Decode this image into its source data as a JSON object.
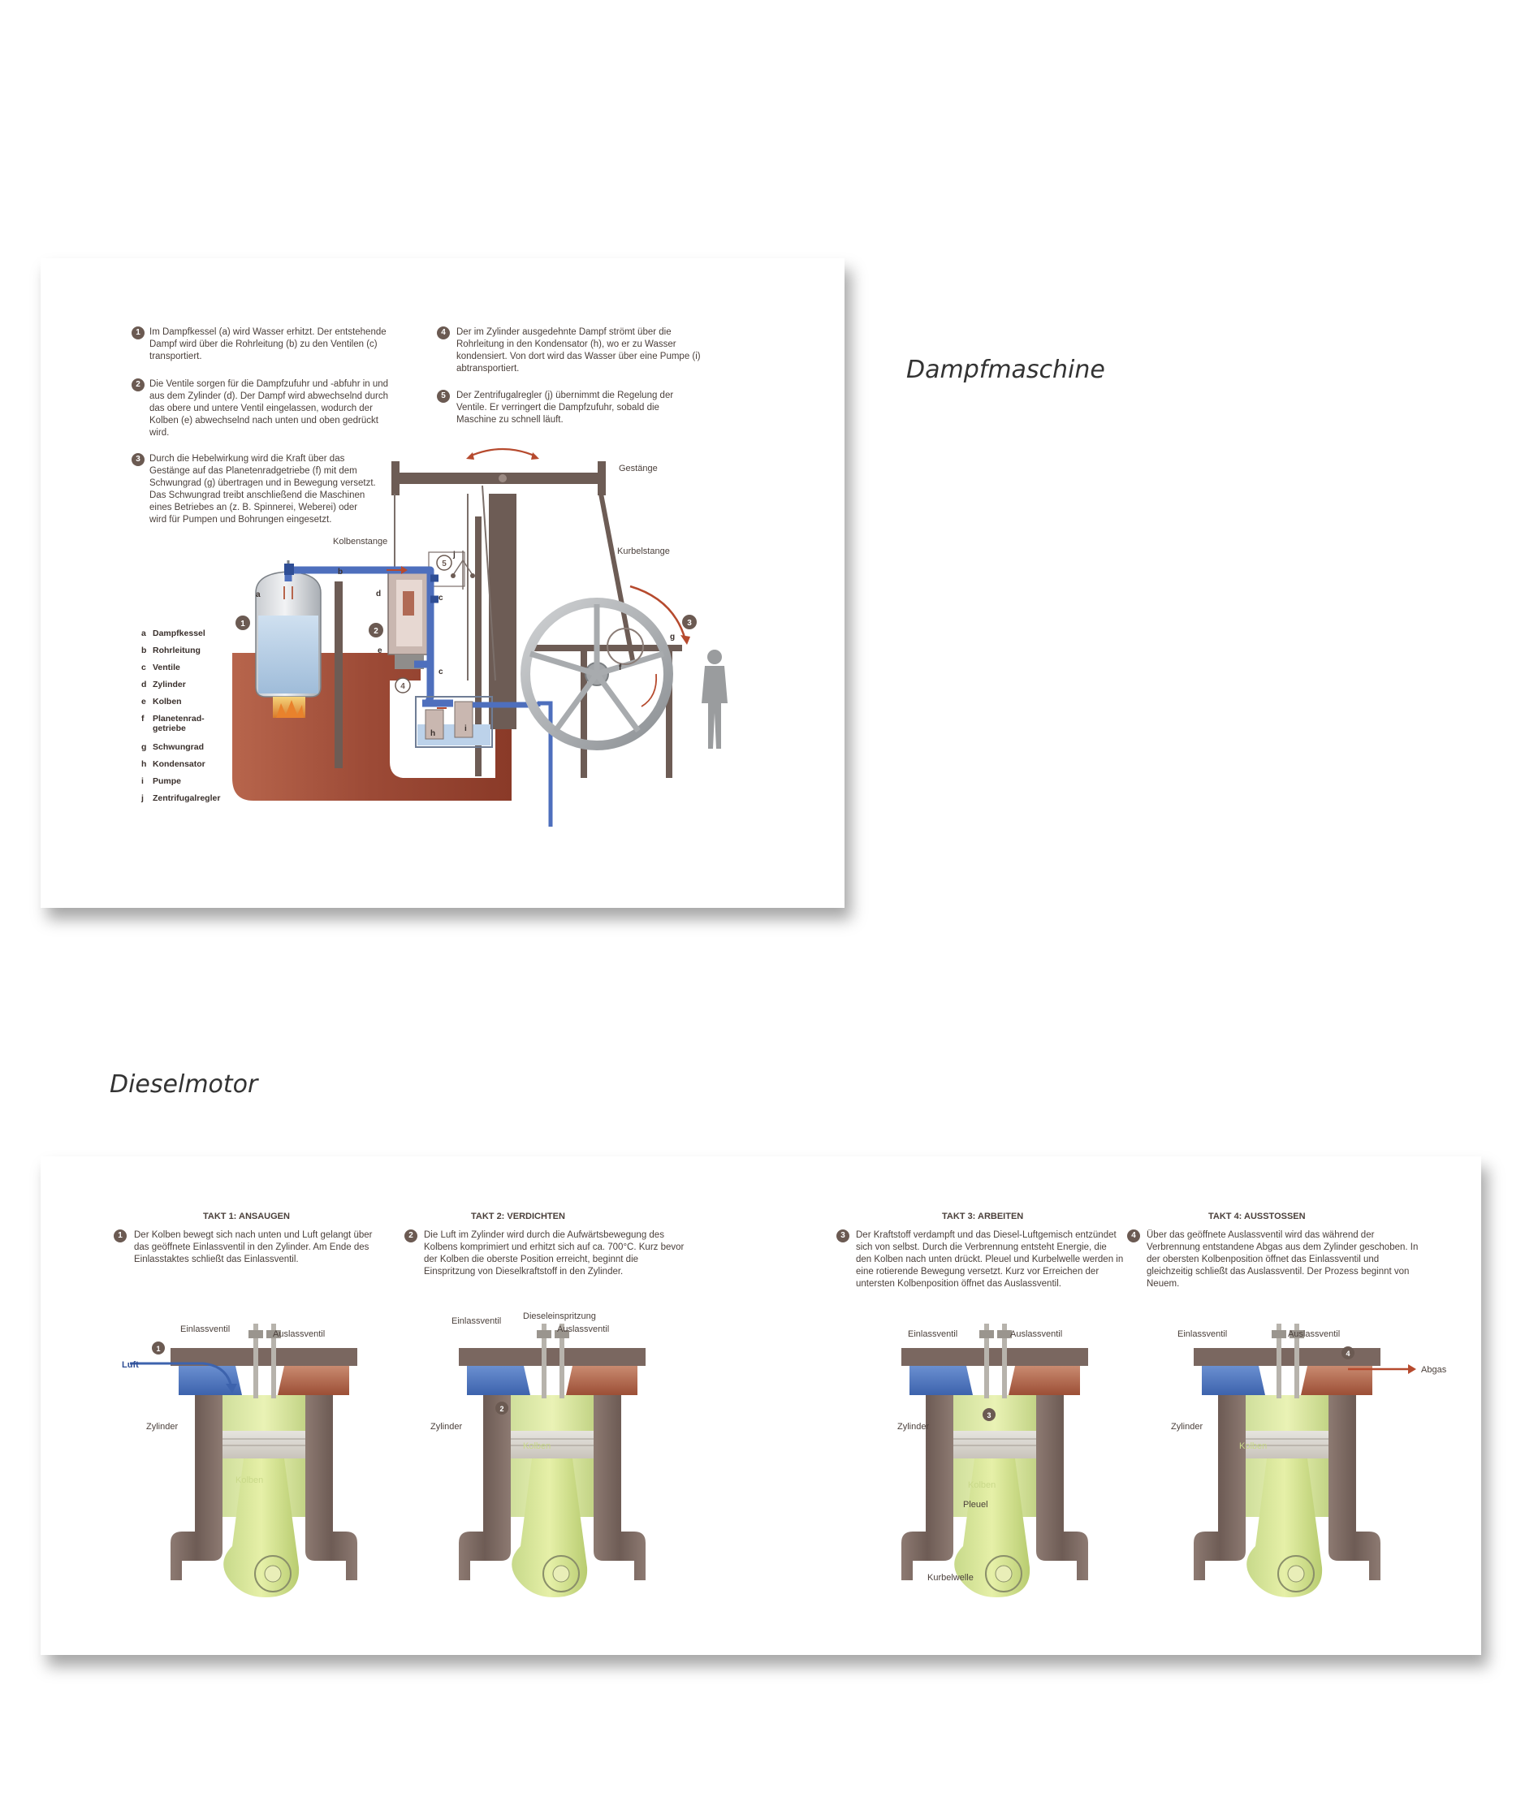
{
  "steam": {
    "heading": "Dampfmaschine",
    "steps": [
      {
        "n": "1",
        "text": "Im Dampfkessel (a) wird Wasser erhitzt. Der entstehende Dampf wird über die Rohrleitung (b) zu den Ventilen (c) transportiert."
      },
      {
        "n": "2",
        "text": "Die Ventile sorgen für die Dampfzufuhr und -abfuhr in und aus dem Zylinder (d). Der Dampf wird abwechselnd durch das obere und untere Ventil eingelassen, wodurch der Kolben (e) abwechselnd nach unten und oben gedrückt wird."
      },
      {
        "n": "3",
        "text": "Durch die Hebelwirkung wird die Kraft über das Gestänge auf das Planetenradgetriebe (f) mit dem Schwungrad (g) übertragen und in Bewegung versetzt. Das Schwungrad treibt anschließend die Maschinen eines Betriebes an (z. B. Spinnerei, Weberei) oder wird für Pumpen und Bohrungen eingesetzt."
      },
      {
        "n": "4",
        "text": "Der im Zylinder ausgedehnte Dampf strömt über die Rohrleitung in den Kondensator (h), wo er zu Wasser kondensiert. Von dort wird das Wasser über eine Pumpe (i) abtransportiert."
      },
      {
        "n": "5",
        "text": "Der Zentrifugalregler (j) übernimmt die Regelung der Ventile. Er verringert die Dampfzufuhr, sobald die Maschine zu schnell läuft."
      }
    ],
    "legend": [
      {
        "l": "a",
        "t": "Dampfkessel"
      },
      {
        "l": "b",
        "t": "Rohrleitung"
      },
      {
        "l": "c",
        "t": "Ventile"
      },
      {
        "l": "d",
        "t": "Zylinder"
      },
      {
        "l": "e",
        "t": "Kolben"
      },
      {
        "l": "f",
        "t": "Planetenrad-getriebe"
      },
      {
        "l": "g",
        "t": "Schwungrad"
      },
      {
        "l": "h",
        "t": "Kondensator"
      },
      {
        "l": "i",
        "t": "Pumpe"
      },
      {
        "l": "j",
        "t": "Zentrifugalregler"
      }
    ],
    "labels": {
      "gestaenge": "Gestänge",
      "kurbelstange": "Kurbelstange",
      "kolbenstange": "Kolbenstange",
      "a": "a",
      "b": "b",
      "c": "c",
      "d": "d",
      "e": "e",
      "f": "f",
      "g": "g",
      "h": "h",
      "i": "i",
      "j": "j",
      "m1": "1",
      "m2": "2",
      "m3": "3",
      "m4": "4",
      "m5": "5"
    }
  },
  "diesel": {
    "heading": "Dieselmotor",
    "strokes": [
      {
        "title": "TAKT 1: ANSAUGEN",
        "n": "1",
        "text": "Der Kolben bewegt sich nach unten und Luft gelangt über das geöffnete Einlassventil in den Zylinder. Am Ende des Einlasstaktes schließt das Einlassventil."
      },
      {
        "title": "TAKT 2: VERDICHTEN",
        "n": "2",
        "text": "Die Luft im Zylinder wird durch die Aufwärtsbewegung des Kolbens komprimiert und erhitzt sich auf ca. 700°C. Kurz bevor der Kolben die oberste Position erreicht, beginnt die Einspritzung von Dieselkraftstoff in den Zylinder."
      },
      {
        "title": "TAKT 3: ARBEITEN",
        "n": "3",
        "text": "Der Kraftstoff verdampft und das Diesel-Luftgemisch entzündet sich von selbst. Durch die Verbrennung entsteht Energie, die den Kolben nach unten drückt. Pleuel und Kurbelwelle werden in eine rotierende Bewegung versetzt. Kurz vor Erreichen der untersten Kolbenposition öffnet das Auslassventil."
      },
      {
        "title": "TAKT 4: AUSSTOSSEN",
        "n": "4",
        "text": "Über das geöffnete Auslassventil wird das während der Verbrennung entstandene Abgas aus dem Zylinder geschoben. In der obersten Kolbenposition öffnet das Einlassventil und gleichzeitig schließt das Auslassventil. Der Prozess beginnt von Neuem."
      }
    ],
    "labels": {
      "einlass": "Einlassventil",
      "auslass": "Auslassventil",
      "einspritzung": "Dieseleinspritzung",
      "zylinder": "Zylinder",
      "kolben": "Kolben",
      "luft": "Luft",
      "abgas": "Abgas",
      "pleuel": "Pleuel",
      "kurbelwelle": "Kurbelwelle"
    }
  }
}
